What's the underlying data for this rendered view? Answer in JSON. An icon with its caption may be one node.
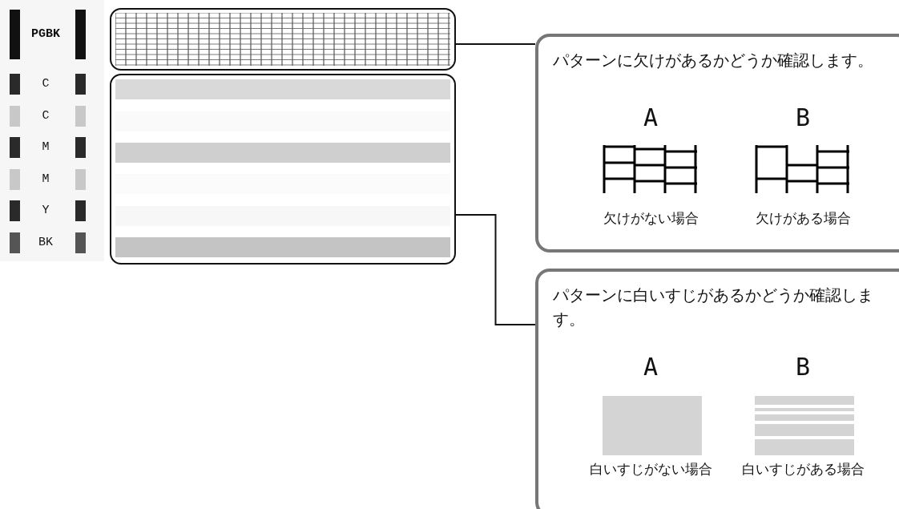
{
  "diagram": {
    "nodes": [
      {
        "text": [],
        "shape": "box"
      },
      {
        "text": [
          "パターンに欠けがあるかどうか確認します。",
          "A",
          "B",
          "欠けがない場合",
          "欠けがある場合"
        ]
      },
      {
        "text": [],
        "shape": "box"
      },
      {
        "text": [
          "パターンに白いすじがあるかどうか確認します。",
          "A",
          "B",
          "白いすじがない場合",
          "白いすじがある場合"
        ]
      }
    ],
    "edges": [
      {
        "from": 0,
        "to": 1,
        "arrow": "none"
      },
      {
        "from": 2,
        "to": 3,
        "arrow": "none"
      }
    ],
    "labels": [
      "PGBK",
      "C",
      "C",
      "M",
      "M",
      "Y",
      "BK"
    ]
  }
}
